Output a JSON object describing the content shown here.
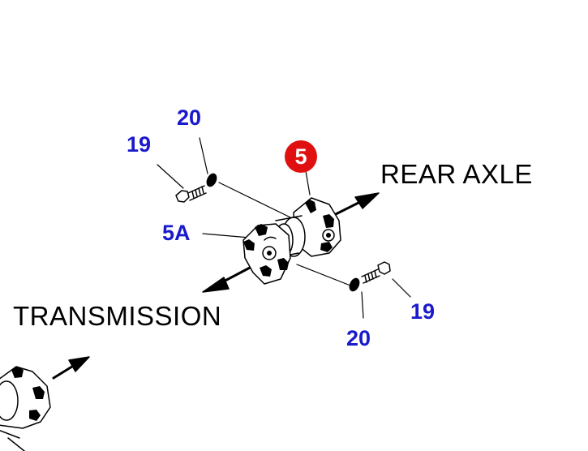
{
  "colors": {
    "callout": "#1a1acc",
    "badge": "#e01010",
    "line": "#000000"
  },
  "labels": {
    "part_5": "5",
    "part_5a": "5A",
    "bolt_top": "19",
    "washer_top": "20",
    "bolt_bottom": "19",
    "washer_bottom": "20",
    "rear_axle": "REAR AXLE",
    "transmission": "TRANSMISSION"
  }
}
